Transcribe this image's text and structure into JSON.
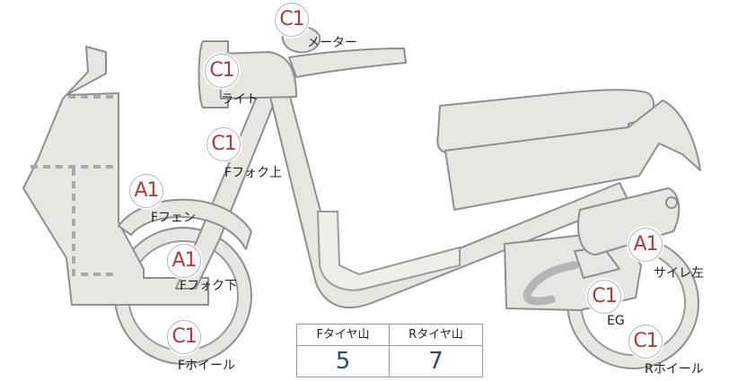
{
  "markers": [
    {
      "id": "meter",
      "grade": "C1",
      "label": "メーター"
    },
    {
      "id": "light",
      "grade": "C1",
      "label": "ライト"
    },
    {
      "id": "ffork-top",
      "grade": "C1",
      "label": "Fフォク上"
    },
    {
      "id": "ffender",
      "grade": "A1",
      "label": "Fフェン"
    },
    {
      "id": "ffork-bot",
      "grade": "A1",
      "label": "Fフォク下"
    },
    {
      "id": "fwheel",
      "grade": "C1",
      "label": "Fホイール"
    },
    {
      "id": "muffler",
      "grade": "A1",
      "label": "サイレ左"
    },
    {
      "id": "engine",
      "grade": "C1",
      "label": "EG"
    },
    {
      "id": "rwheel",
      "grade": "C1",
      "label": "Rホイール"
    }
  ],
  "tire_table": {
    "front_header": "Fタイヤ山",
    "rear_header": "Rタイヤ山",
    "front_value": "5",
    "rear_value": "7"
  },
  "colors": {
    "grade_text": "#b23b3b",
    "table_value": "#2c4c7c",
    "part_fill": "#e6e6e3",
    "part_stroke": "#8f8f8f"
  }
}
